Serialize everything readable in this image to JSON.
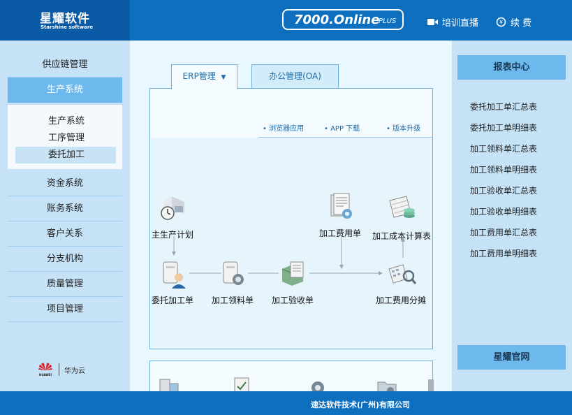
{
  "header": {
    "logo_cn": "星耀软件",
    "logo_en": "Starshine software",
    "badge_main": "7000.Online",
    "badge_plus": "PLUS",
    "training_label": "培训直播",
    "renew_label": "续 费"
  },
  "sidebar": {
    "items": [
      {
        "label": "供应链管理"
      },
      {
        "label": "生产系统"
      },
      {
        "label": "资金系统"
      },
      {
        "label": "账务系统"
      },
      {
        "label": "客户关系"
      },
      {
        "label": "分支机构"
      },
      {
        "label": "质量管理"
      },
      {
        "label": "项目管理"
      }
    ],
    "sub_items": [
      {
        "label": "生产系统"
      },
      {
        "label": "工序管理"
      },
      {
        "label": "委托加工"
      }
    ],
    "partner": {
      "logo_text": "HUAWEI",
      "label": "华为云"
    }
  },
  "main": {
    "tabs": [
      {
        "label": "ERP管理",
        "arrow": "▼"
      },
      {
        "label": "办公管理(OA)"
      }
    ],
    "quick_links": [
      {
        "label": "• 浏览器应用"
      },
      {
        "label": "• APP 下载"
      },
      {
        "label": "• 版本升级"
      }
    ],
    "flow": {
      "nodes": [
        {
          "label": "主生产计划",
          "icon": "production-plan-icon"
        },
        {
          "label": "加工费用单",
          "icon": "expense-doc-icon"
        },
        {
          "label": "加工成本计算表",
          "icon": "cost-calc-icon"
        },
        {
          "label": "委托加工单",
          "icon": "outsource-order-icon"
        },
        {
          "label": "加工领料单",
          "icon": "material-requisition-icon"
        },
        {
          "label": "加工验收单",
          "icon": "acceptance-icon"
        },
        {
          "label": "加工费用分摊",
          "icon": "cost-allocation-icon"
        }
      ]
    }
  },
  "right": {
    "title": "报表中心",
    "items": [
      {
        "label": "委托加工单汇总表"
      },
      {
        "label": "委托加工单明细表"
      },
      {
        "label": "加工领料单汇总表"
      },
      {
        "label": "加工领料单明细表"
      },
      {
        "label": "加工验收单汇总表"
      },
      {
        "label": "加工验收单明细表"
      },
      {
        "label": "加工费用单汇总表"
      },
      {
        "label": "加工费用单明细表"
      }
    ],
    "footer_label": "星耀官网"
  },
  "footer": {
    "company": "速达软件技术(广州)有限公司"
  },
  "colors": {
    "header_blue": "#0e6fbf",
    "nav_active": "#6db8ec",
    "sidebar_bg": "#c5e2f7"
  }
}
